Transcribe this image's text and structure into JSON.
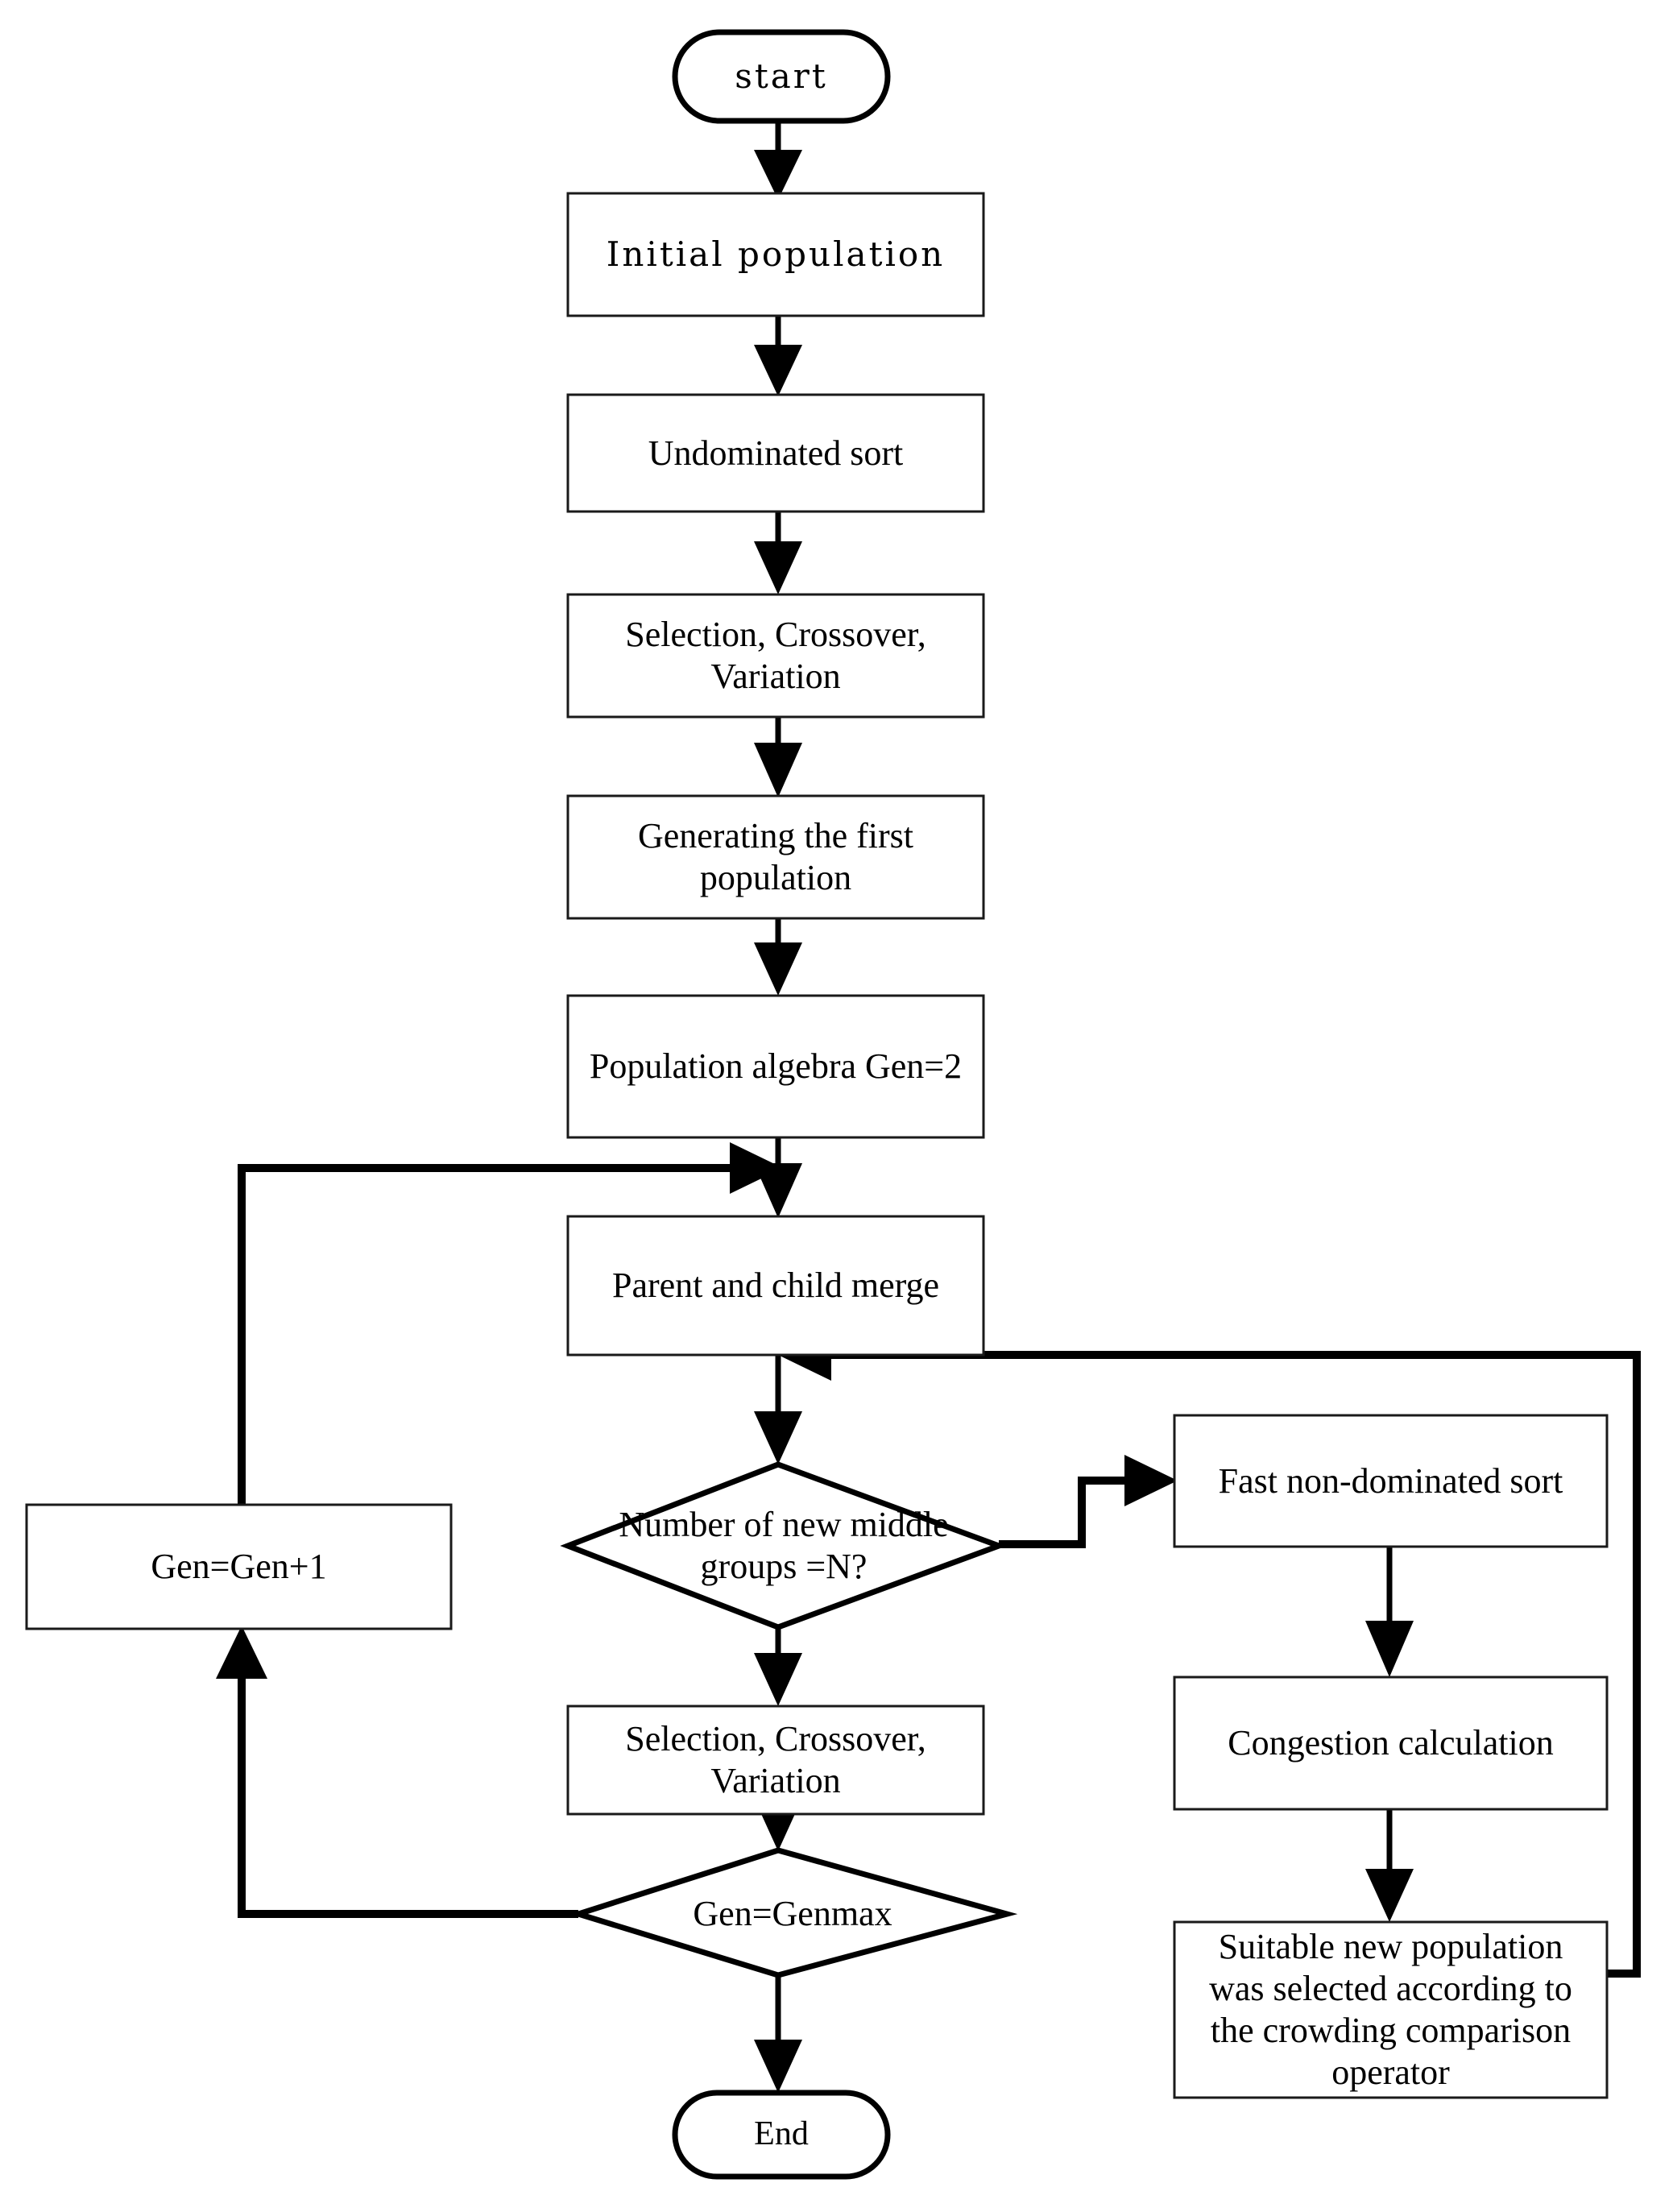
{
  "diagram": {
    "title": "NSGA-II algorithm flowchart",
    "type": "flowchart",
    "stroke_color": "#000000",
    "fill_color": "#ffffff",
    "nodes": [
      {
        "id": "start",
        "shape": "terminator",
        "text": "start",
        "font": "typewriter"
      },
      {
        "id": "initial_pop",
        "shape": "process",
        "text": "Initial population",
        "font": "typewriter"
      },
      {
        "id": "undominated",
        "shape": "process",
        "text": "Undominated sort",
        "font": "serif"
      },
      {
        "id": "scv_top",
        "shape": "process",
        "text": "Selection, Crossover,\nVariation",
        "font": "serif"
      },
      {
        "id": "gen_first",
        "shape": "process",
        "text": "Generating the first\npopulation",
        "font": "serif"
      },
      {
        "id": "pop_algebra",
        "shape": "process",
        "text": "Population algebra Gen=2",
        "font": "serif"
      },
      {
        "id": "merge",
        "shape": "process",
        "text": "Parent and child merge",
        "font": "serif"
      },
      {
        "id": "check_n",
        "shape": "decision",
        "text": "Number of new middle\ngroups =N?",
        "font": "serif"
      },
      {
        "id": "scv_bottom",
        "shape": "process",
        "text": "Selection, Crossover,\nVariation",
        "font": "serif"
      },
      {
        "id": "gen_genmax",
        "shape": "decision",
        "text": "Gen=Genmax",
        "font": "serif"
      },
      {
        "id": "end",
        "shape": "terminator",
        "text": "End",
        "font": "serif"
      },
      {
        "id": "gen_increment",
        "shape": "process",
        "text": "Gen=Gen+1",
        "font": "serif"
      },
      {
        "id": "fast_sort",
        "shape": "process",
        "text": "Fast non-dominated sort",
        "font": "serif"
      },
      {
        "id": "congestion",
        "shape": "process",
        "text": "Congestion calculation",
        "font": "serif"
      },
      {
        "id": "suitable_pop",
        "shape": "process",
        "text": "Suitable new population\nwas selected according to\nthe crowding comparison\noperator",
        "font": "serif"
      }
    ],
    "edges": [
      {
        "from": "start",
        "to": "initial_pop",
        "label": ""
      },
      {
        "from": "initial_pop",
        "to": "undominated",
        "label": ""
      },
      {
        "from": "undominated",
        "to": "scv_top",
        "label": ""
      },
      {
        "from": "scv_top",
        "to": "gen_first",
        "label": ""
      },
      {
        "from": "gen_first",
        "to": "pop_algebra",
        "label": ""
      },
      {
        "from": "pop_algebra",
        "to": "merge",
        "label": ""
      },
      {
        "from": "merge",
        "to": "check_n",
        "label": ""
      },
      {
        "from": "check_n",
        "to": "scv_bottom",
        "label": ""
      },
      {
        "from": "check_n",
        "to": "fast_sort",
        "label": ""
      },
      {
        "from": "fast_sort",
        "to": "congestion",
        "label": ""
      },
      {
        "from": "congestion",
        "to": "suitable_pop",
        "label": ""
      },
      {
        "from": "suitable_pop",
        "to": "merge",
        "label": ""
      },
      {
        "from": "scv_bottom",
        "to": "gen_genmax",
        "label": ""
      },
      {
        "from": "gen_genmax",
        "to": "end",
        "label": ""
      },
      {
        "from": "gen_genmax",
        "to": "gen_increment",
        "label": ""
      },
      {
        "from": "gen_increment",
        "to": "merge",
        "label": ""
      }
    ]
  }
}
